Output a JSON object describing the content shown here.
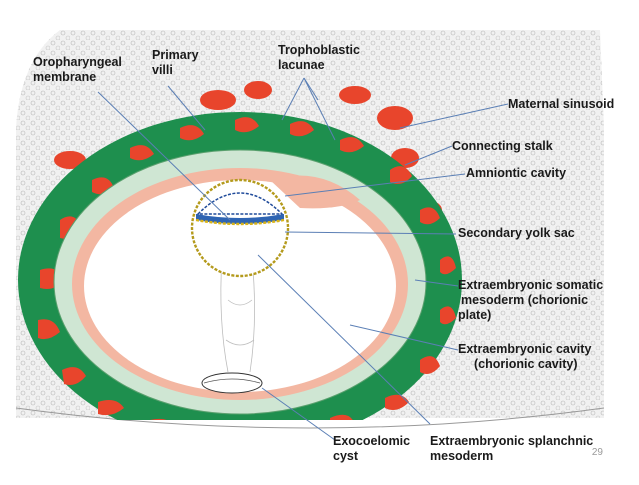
{
  "labels": {
    "oropharyngeal_1": "Oropharyngeal",
    "oropharyngeal_2": "membrane",
    "primary_villi_1": "Primary",
    "primary_villi_2": "villi",
    "trophoblastic_1": "Trophoblastic",
    "trophoblastic_2": "lacunae",
    "maternal_sinusoid": "Maternal sinusoid",
    "connecting_stalk": "Connecting stalk",
    "amniotic_cavity": "Amniontic cavity",
    "secondary_yolk_sac": "Secondary  yolk sac",
    "somatic_1": "Extraembryonic somatic",
    "somatic_2": "mesoderm (chorionic",
    "somatic_3": "plate)",
    "cavity_1": "Extraembryonic  cavity",
    "cavity_2": "(chorionic cavity)",
    "exocoelomic_1": "Exocoelomic",
    "exocoelomic_2": "cyst",
    "splanchnic_1": "Extraembryonic splanchnic",
    "splanchnic_2": "mesoderm"
  },
  "page_number": "29",
  "colors": {
    "trophoblast_green": "#1e8f4e",
    "lacunae_red": "#e8452c",
    "mesoderm_pale_green": "#cfe6d3",
    "somatic_salmon": "#f3b7a2",
    "leader_blue": "#5b7fb5"
  }
}
